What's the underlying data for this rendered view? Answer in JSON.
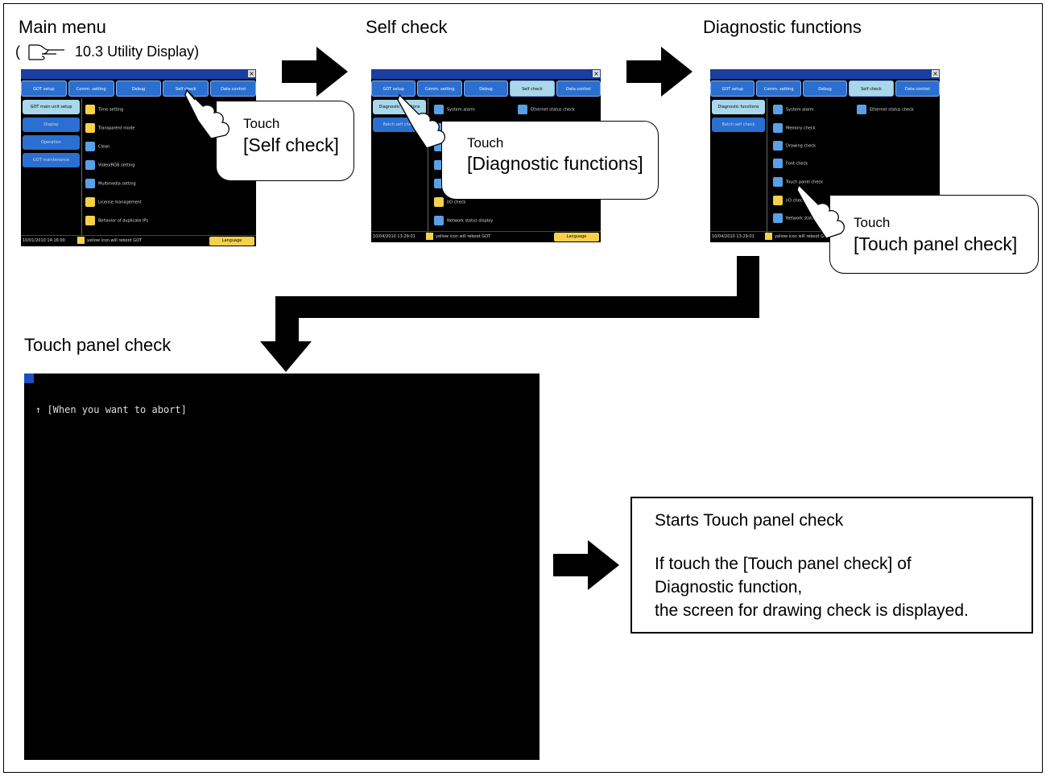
{
  "titles": {
    "main_menu": "Main menu",
    "self_check": "Self check",
    "diagnostic": "Diagnostic functions",
    "touch_panel": "Touch panel check"
  },
  "reference": "10.3 Utility Display)",
  "ref_open": "(",
  "tabs": [
    "GOT setup",
    "Comm. setting",
    "Debug",
    "Self check",
    "Data control"
  ],
  "main_menu_screen": {
    "side": [
      "GOT main unit setup",
      "Display",
      "Operation",
      "GOT maintenance"
    ],
    "items": [
      "Time setting",
      "Transparent mode",
      "Clean",
      "Video/RGB setting",
      "Multimedia setting",
      "License management",
      "Behavior of duplicate IPs"
    ],
    "date": "10/01/2010 14:16:00",
    "status": "yellow icon will reboot GOT",
    "language": "Language"
  },
  "self_check_screen": {
    "side": [
      "Diagnostic functions",
      "Batch self check"
    ],
    "items": [
      "System alarm",
      "Memory check",
      "Drawing check",
      "Font check",
      "Touch panel check",
      "I/O check",
      "Network status display"
    ],
    "items_right": [
      "Ethernet status check"
    ],
    "date": "10/04/2010 13:29:01",
    "status": "yellow icon will reboot GOT",
    "language": "Language"
  },
  "callouts": {
    "self_check": {
      "touch": "Touch",
      "target": "[Self check]"
    },
    "diagnostic": {
      "touch": "Touch",
      "target": "[Diagnostic functions]"
    },
    "touch_panel": {
      "touch": "Touch",
      "target": "[Touch panel check]"
    }
  },
  "touch_screen": {
    "abort_text": "↑ [When you want to abort]"
  },
  "note": {
    "line1": "Starts Touch panel check",
    "line2": "If touch the [Touch panel check] of",
    "line3": "Diagnostic function,",
    "line4": "the screen for drawing check is displayed."
  }
}
